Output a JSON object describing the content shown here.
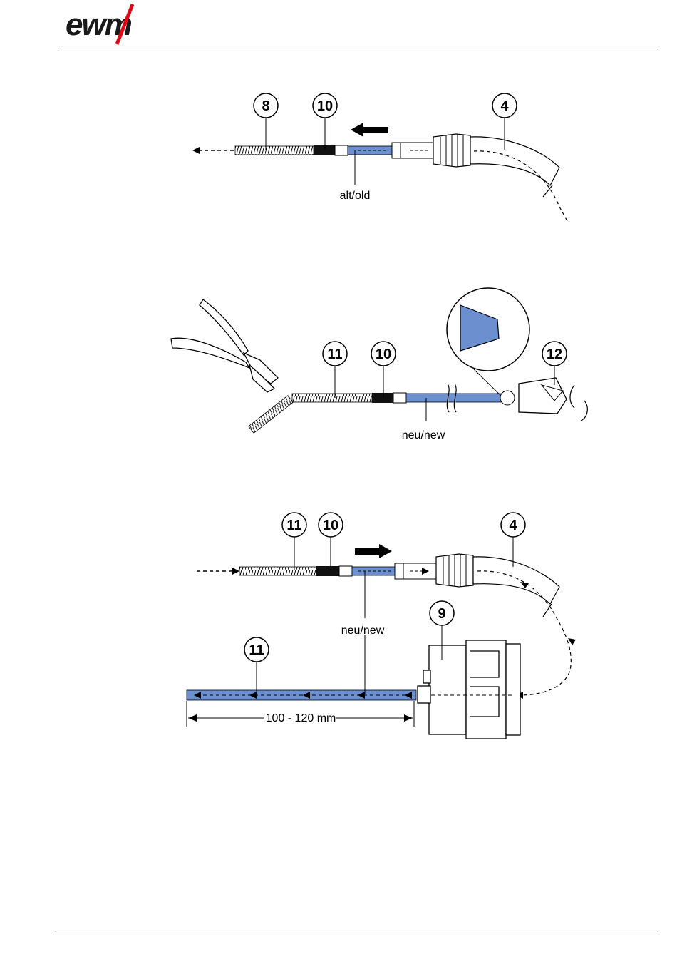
{
  "header": {
    "logo_text": "ewm"
  },
  "figure1": {
    "callouts": [
      "8",
      "10",
      "4"
    ],
    "label": "alt/old"
  },
  "figure2": {
    "callouts": [
      "11",
      "10",
      "12"
    ],
    "label": "neu/new"
  },
  "figure3": {
    "callouts": [
      "11",
      "10",
      "4",
      "9",
      "11"
    ],
    "label": "neu/new",
    "dimension": "100 - 120 mm"
  },
  "colors": {
    "liner_blue": "#6b8fcf",
    "brand_red": "#e30613",
    "ink": "#000000"
  }
}
